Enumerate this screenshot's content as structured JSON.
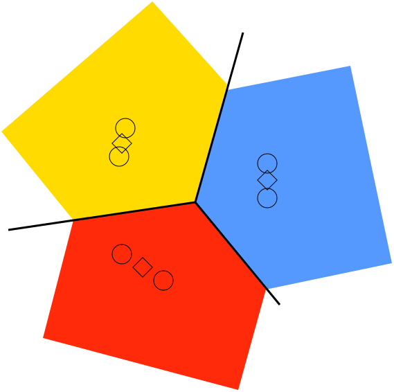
{
  "regions": [
    {
      "id": "yellow",
      "color": "#FFDB00",
      "symbols": [
        "circle",
        "diamond",
        "circle"
      ],
      "arrangement": "vertical"
    },
    {
      "id": "blue",
      "color": "#5599FF",
      "symbols": [
        "circle",
        "diamond",
        "circle"
      ],
      "arrangement": "vertical"
    },
    {
      "id": "red",
      "color": "#FF2A0A",
      "symbols": [
        "circle",
        "diamond",
        "circle"
      ],
      "arrangement": "diagonal"
    }
  ],
  "divider_color": "#000000",
  "symbol_outline_color": "#000000"
}
